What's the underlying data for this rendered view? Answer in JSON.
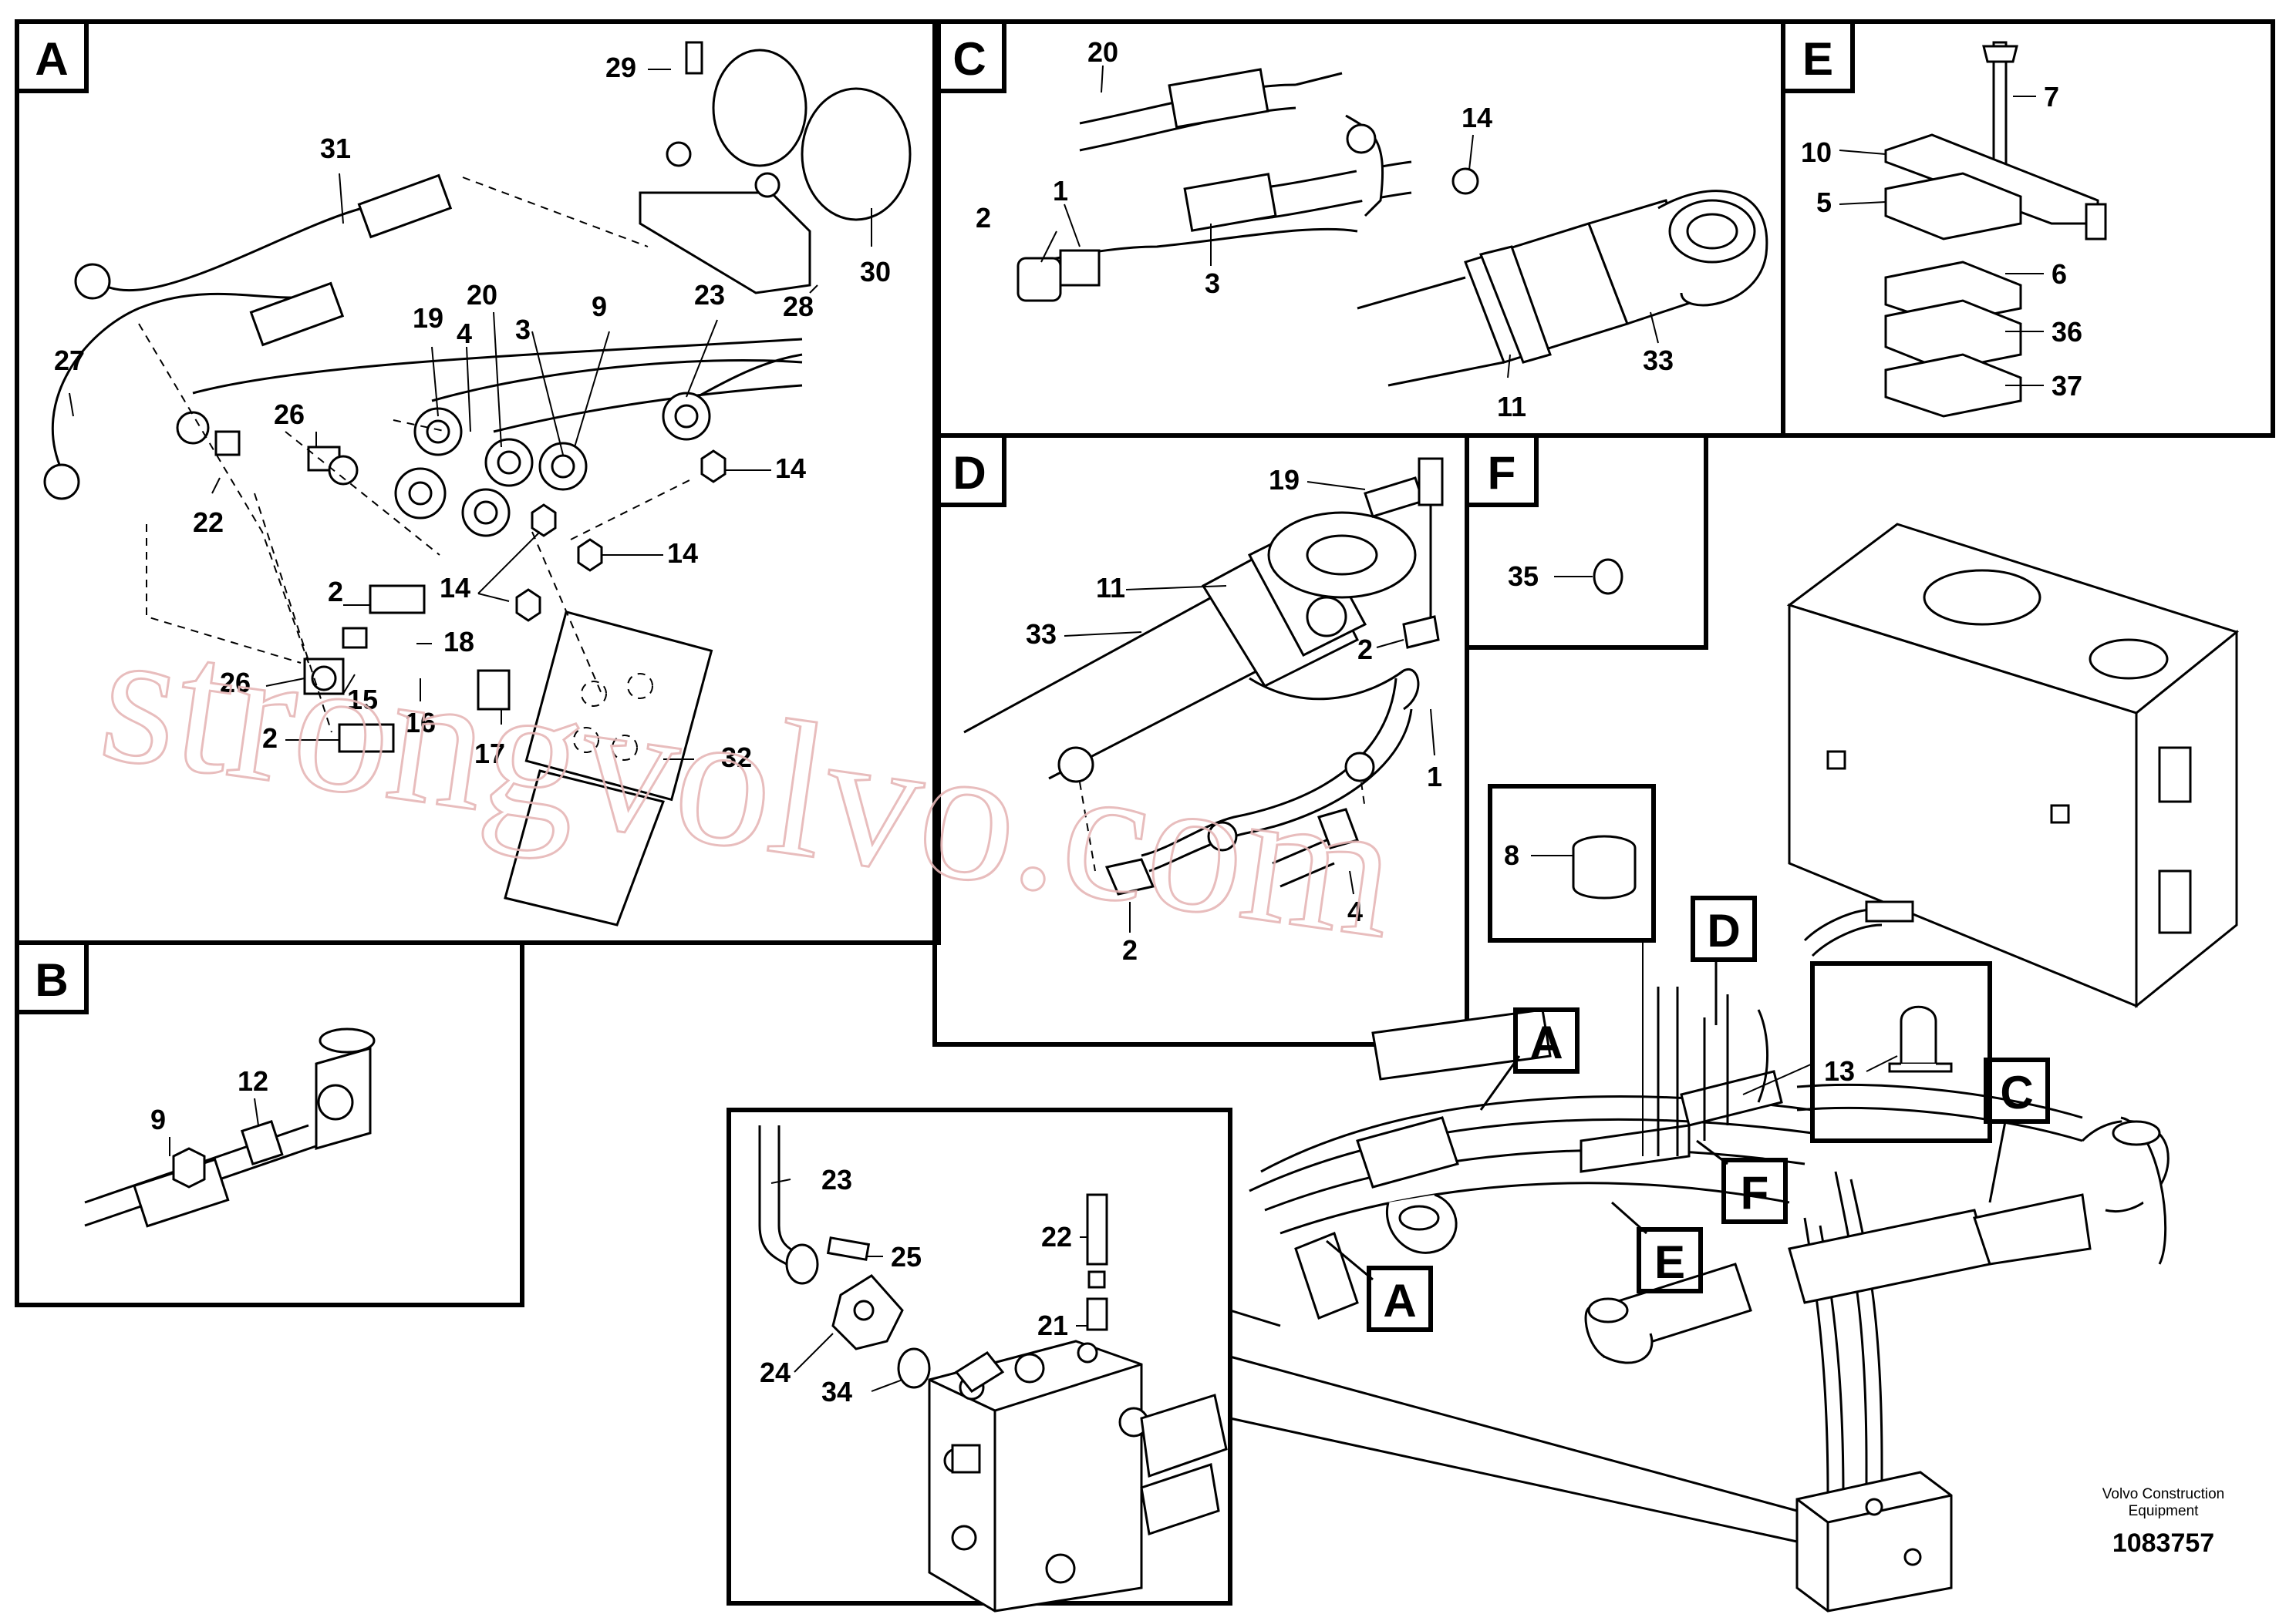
{
  "panels": [
    {
      "letter": "A",
      "labels": [
        "29",
        "31",
        "30",
        "28",
        "27",
        "19",
        "4",
        "20",
        "3",
        "9",
        "23",
        "26",
        "22",
        "14",
        "14",
        "14",
        "2",
        "18",
        "15",
        "16",
        "17",
        "26",
        "2",
        "32"
      ]
    },
    {
      "letter": "B",
      "labels": [
        "9",
        "12"
      ]
    },
    {
      "letter": "C",
      "labels": [
        "20",
        "14",
        "2",
        "1",
        "3",
        "33",
        "11"
      ]
    },
    {
      "letter": "D",
      "labels": [
        "19",
        "11",
        "33",
        "2",
        "1",
        "2",
        "4"
      ]
    },
    {
      "letter": "E",
      "labels": [
        "7",
        "10",
        "5",
        "6",
        "36",
        "37"
      ]
    },
    {
      "letter": "F",
      "labels": [
        "35"
      ]
    }
  ],
  "valve_labels": [
    "23",
    "25",
    "22",
    "21",
    "24",
    "34"
  ],
  "overview_labels": [
    "8",
    "13"
  ],
  "overview_callouts": [
    "D",
    "A",
    "A",
    "E",
    "F",
    "C"
  ],
  "watermark": "strongvolvo.com",
  "footer": {
    "maker_line1": "Volvo Construction",
    "maker_line2": "Equipment",
    "part_number": "1083757"
  }
}
